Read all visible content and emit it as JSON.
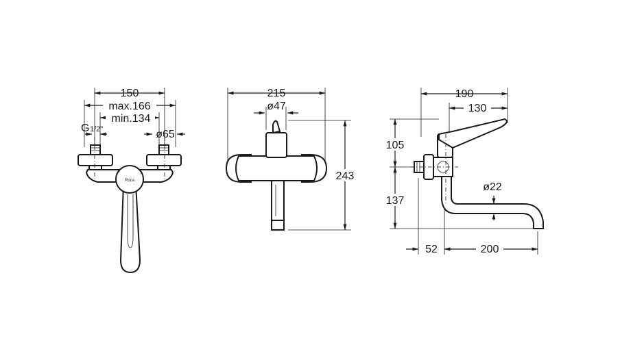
{
  "front_view": {
    "dim_width": "150",
    "dim_max": "max.166",
    "dim_min": "min.134",
    "dim_thread_g": "G",
    "dim_thread_frac": "1/2\"",
    "dim_diameter": "ø65",
    "logo_text": "Roca"
  },
  "side_view": {
    "dim_width": "215",
    "dim_diameter": "ø47",
    "dim_height": "243"
  },
  "top_view": {
    "dim_length": "190",
    "dim_inner": "130",
    "dim_upper": "105",
    "dim_lower": "137",
    "dim_spout_diameter": "ø22",
    "dim_offset": "52",
    "dim_spout_reach": "200"
  }
}
